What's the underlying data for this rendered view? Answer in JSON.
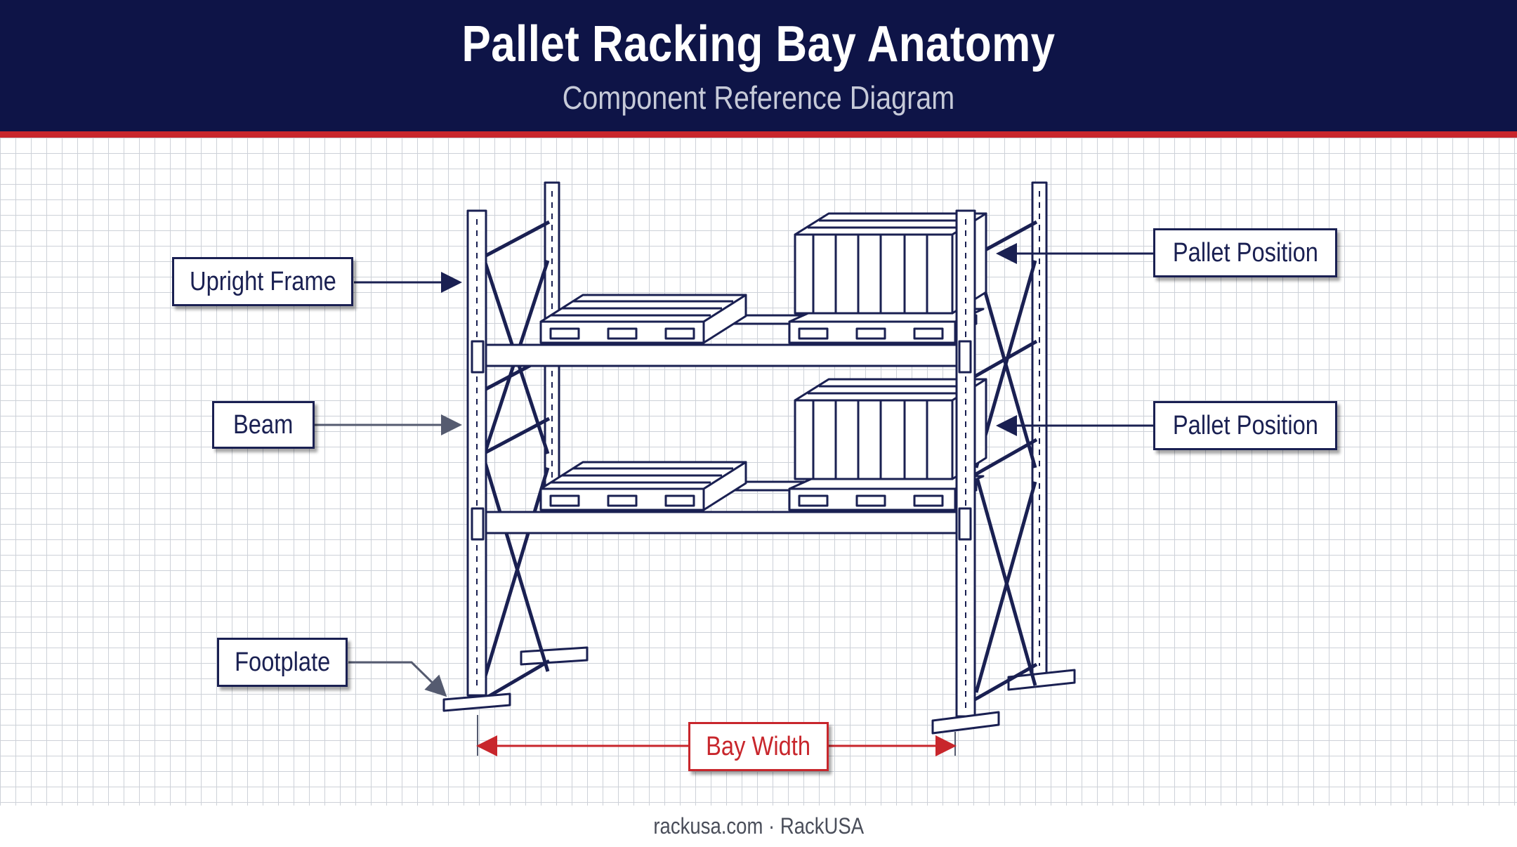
{
  "header": {
    "title": "Pallet Racking Bay Anatomy",
    "subtitle": "Component Reference Diagram"
  },
  "callouts": {
    "upright_frame": "Upright Frame",
    "beam": "Beam",
    "footplate": "Footplate",
    "pallet_position_top": "Pallet Position",
    "pallet_position_bottom": "Pallet Position",
    "bay_width": "Bay Width"
  },
  "footer": {
    "text": "rackusa.com · RackUSA"
  },
  "colors": {
    "header_bg": "#0e1447",
    "accent_red": "#c8262c",
    "line_navy": "#1a2052"
  }
}
